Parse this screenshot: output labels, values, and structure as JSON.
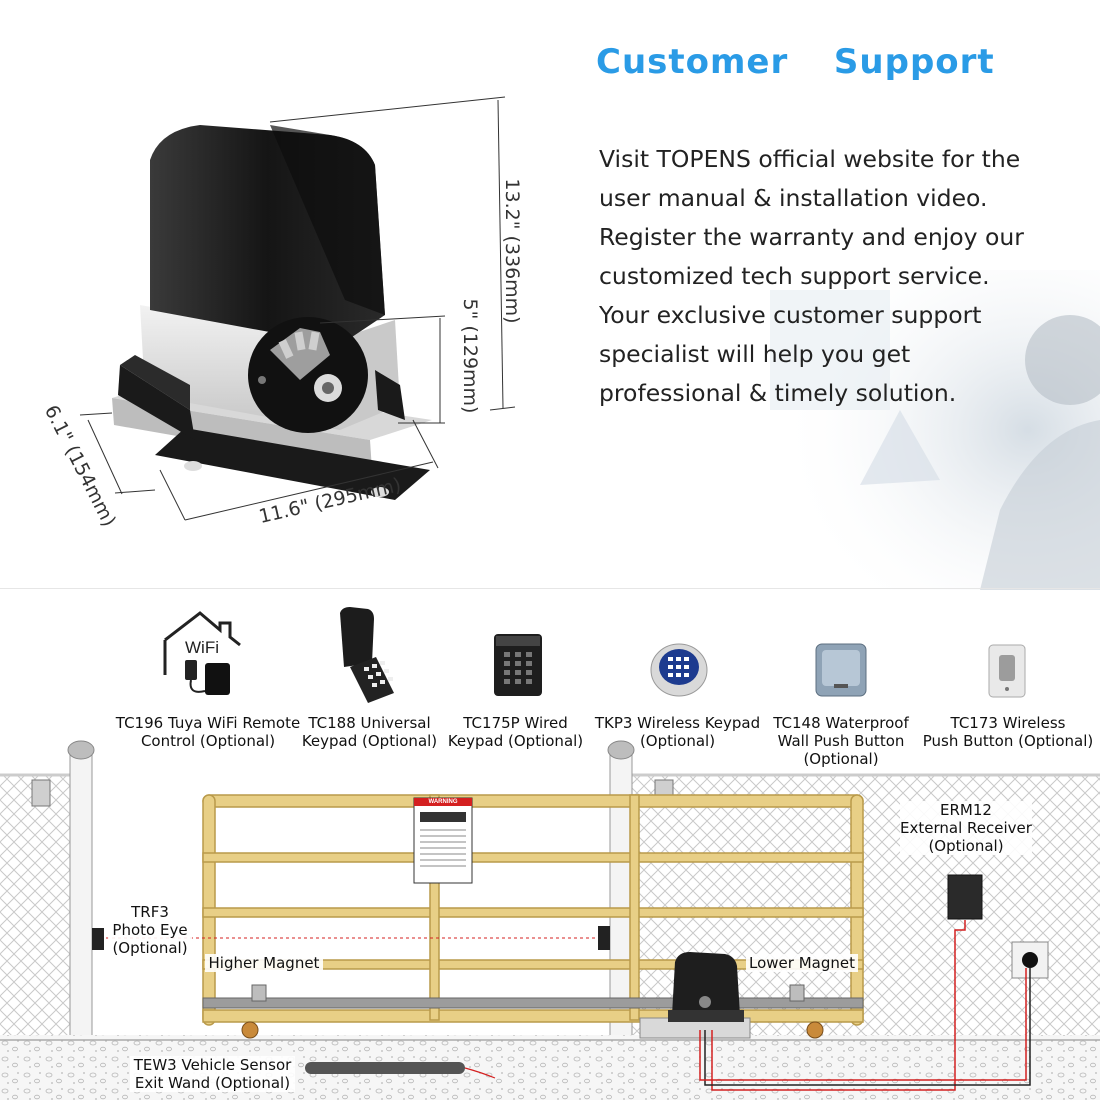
{
  "support": {
    "title": "Customer  Support",
    "paragraph_lines": [
      "Visit TOPENS official website for the",
      "user manual & installation video.",
      "Register the warranty and enjoy our",
      "customized tech support service.",
      "Your exclusive customer support",
      "specialist will help you get",
      "professional & timely solution."
    ]
  },
  "dimensions": {
    "height": "13.2\" (336mm)",
    "gear_height": "5\" (129mm)",
    "depth": "6.1\" (154mm)",
    "width": "11.6\" (295mm)"
  },
  "accessories": [
    {
      "lines": [
        "TC196 Tuya WiFi Remote",
        "Control (Optional)"
      ],
      "icon": "wifi-remote-icon",
      "icon_text": "WiFi"
    },
    {
      "lines": [
        "TC188 Universal",
        "Keypad (Optional)"
      ],
      "icon": "universal-keypad-icon"
    },
    {
      "lines": [
        "TC175P Wired",
        "Keypad (Optional)"
      ],
      "icon": "wired-keypad-icon"
    },
    {
      "lines": [
        "TKP3 Wireless Keypad",
        "(Optional)"
      ],
      "icon": "wireless-keypad-icon"
    },
    {
      "lines": [
        "TC148 Waterproof",
        "Wall Push Button",
        "(Optional)"
      ],
      "icon": "wall-push-button-icon"
    },
    {
      "lines": [
        "TC173 Wireless",
        "Push Button (Optional)"
      ],
      "icon": "wireless-push-button-icon"
    }
  ],
  "diagram": {
    "photo_eye": [
      "TRF3",
      "Photo Eye",
      "(Optional)"
    ],
    "higher_magnet": "Higher Magnet",
    "lower_magnet": "Lower Magnet",
    "receiver": [
      "ERM12",
      "External Receiver",
      "(Optional)"
    ],
    "exit_wand": [
      "TEW3 Vehicle Sensor",
      "Exit Wand (Optional)"
    ],
    "warning_sign": "WARNING"
  },
  "colors": {
    "title": "#2a9be6",
    "gate": "#e8cf86",
    "gate_outline": "#b99a4a",
    "wire": "#d42020",
    "motor": "#1e1e1e"
  }
}
